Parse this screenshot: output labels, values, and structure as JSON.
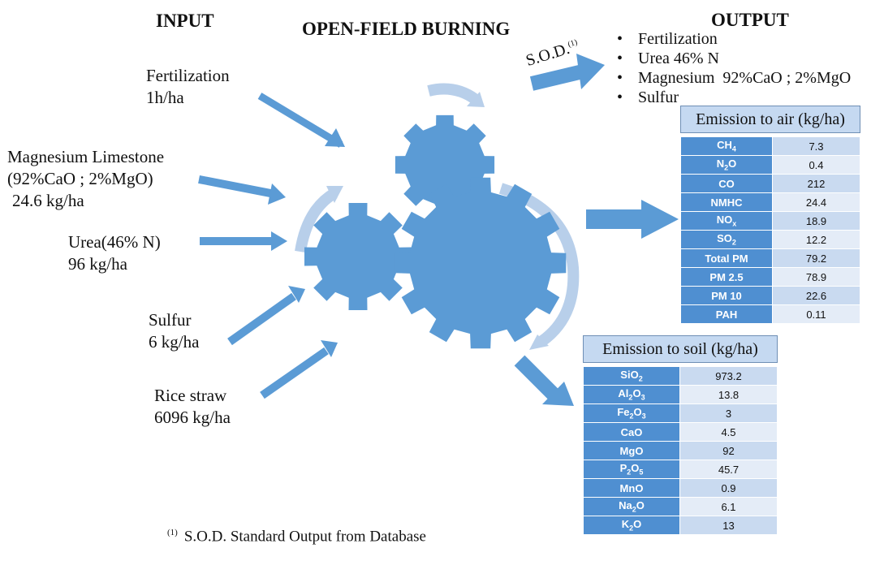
{
  "headers": {
    "input": "INPUT",
    "process": "OPEN-FIELD BURNING",
    "output": "OUTPUT"
  },
  "inputs": [
    {
      "name": "Fertilization",
      "value": "1h/ha"
    },
    {
      "name": "Magnesium Limestone",
      "detail": "(92%CaO ; 2%MgO)",
      "value": "24.6 kg/ha"
    },
    {
      "name": "Urea(46% N)",
      "value": "96 kg/ha"
    },
    {
      "name": "Sulfur",
      "value": "6 kg/ha"
    },
    {
      "name": "Rice straw",
      "value": "6096 kg/ha"
    }
  ],
  "sod_label": "S.O.D.",
  "sod_note_marker": "(1)",
  "output_list": [
    "Fertilization",
    "Urea 46% N",
    "Magnesium  92%CaO ; 2%MgO",
    "Sulfur"
  ],
  "air_table": {
    "title": "Emission to air (kg/ha)",
    "rows": [
      {
        "base": "CH",
        "sub": "4",
        "value": "7.3"
      },
      {
        "base": "N",
        "sub": "2",
        "tail": "O",
        "value": "0.4"
      },
      {
        "base": "CO",
        "value": "212"
      },
      {
        "base": "NMHC",
        "value": "24.4"
      },
      {
        "base": "NO",
        "sub": "x",
        "value": "18.9"
      },
      {
        "base": "SO",
        "sub": "2",
        "value": "12.2"
      },
      {
        "base": "Total PM",
        "value": "79.2"
      },
      {
        "base": "PM 2.5",
        "value": "78.9"
      },
      {
        "base": "PM 10",
        "value": "22.6"
      },
      {
        "base": "PAH",
        "value": "0.11"
      }
    ]
  },
  "soil_table": {
    "title": "Emission to soil (kg/ha)",
    "rows": [
      {
        "base": "SiO",
        "sub": "2",
        "value": "973.2"
      },
      {
        "base": "Al",
        "sub": "2",
        "tail": "O",
        "sub2": "3",
        "value": "13.8"
      },
      {
        "base": "Fe",
        "sub": "2",
        "tail": "O",
        "sub2": "3",
        "value": "3"
      },
      {
        "base": "CaO",
        "value": "4.5"
      },
      {
        "base": "MgO",
        "value": "92"
      },
      {
        "base": "P",
        "sub": "2",
        "tail": "O",
        "sub2": "5",
        "value": "45.7"
      },
      {
        "base": "MnO",
        "value": "0.9"
      },
      {
        "base": "Na",
        "sub": "2",
        "tail": "O",
        "value": "6.1"
      },
      {
        "base": "K",
        "sub": "2",
        "tail": "O",
        "value": "13"
      }
    ]
  },
  "footnote": {
    "marker": "(1)",
    "text": "S.O.D. Standard Output from Database"
  },
  "colors": {
    "arrow": "#5b9bd5",
    "gear": "#5b9bd5",
    "rotation_arrow": "#b8cfea",
    "table_key": "#4f8fd1",
    "table_title": "#c5d9f1"
  }
}
